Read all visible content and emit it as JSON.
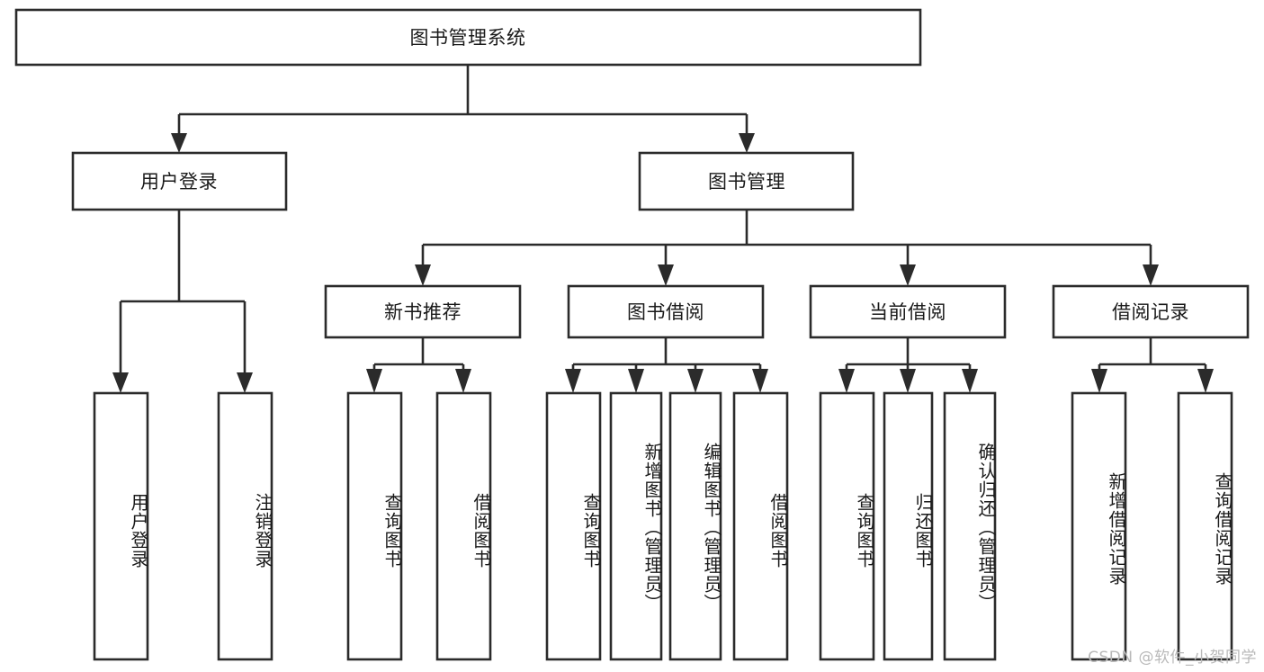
{
  "diagram": {
    "title": "图书管理系统",
    "type": "tree",
    "background_color": "#ffffff",
    "line_color": "#2b2b2b",
    "text_color": "#1a1a1a",
    "root": {
      "label": "图书管理系统",
      "orientation": "horizontal"
    },
    "level2": [
      {
        "label": "用户登录",
        "orientation": "horizontal"
      },
      {
        "label": "图书管理",
        "orientation": "horizontal"
      }
    ],
    "level3": [
      {
        "label": "新书推荐",
        "orientation": "horizontal"
      },
      {
        "label": "图书借阅",
        "orientation": "horizontal"
      },
      {
        "label": "当前借阅",
        "orientation": "horizontal"
      },
      {
        "label": "借阅记录",
        "orientation": "horizontal"
      }
    ],
    "leaves": {
      "user_login": [
        {
          "label": "用户登录",
          "orientation": "vertical"
        },
        {
          "label": "注销登录",
          "orientation": "vertical"
        }
      ],
      "new_book_recommend": [
        {
          "label": "查询图书",
          "orientation": "vertical"
        },
        {
          "label": "借阅图书",
          "orientation": "vertical"
        }
      ],
      "book_borrow": [
        {
          "label": "查询图书",
          "orientation": "vertical"
        },
        {
          "label": "新增图书（管理员）",
          "orientation": "vertical"
        },
        {
          "label": "编辑图书（管理员）",
          "orientation": "vertical"
        },
        {
          "label": "借阅图书",
          "orientation": "vertical"
        }
      ],
      "current_borrow": [
        {
          "label": "查询图书",
          "orientation": "vertical"
        },
        {
          "label": "归还图书",
          "orientation": "vertical"
        },
        {
          "label": "确认归还（管理员）",
          "orientation": "vertical"
        }
      ],
      "borrow_record": [
        {
          "label": "新增借阅记录",
          "orientation": "vertical"
        },
        {
          "label": "查询借阅记录",
          "orientation": "vertical"
        }
      ]
    }
  },
  "watermark": {
    "text": "CSDN @软件_小贺同学"
  }
}
